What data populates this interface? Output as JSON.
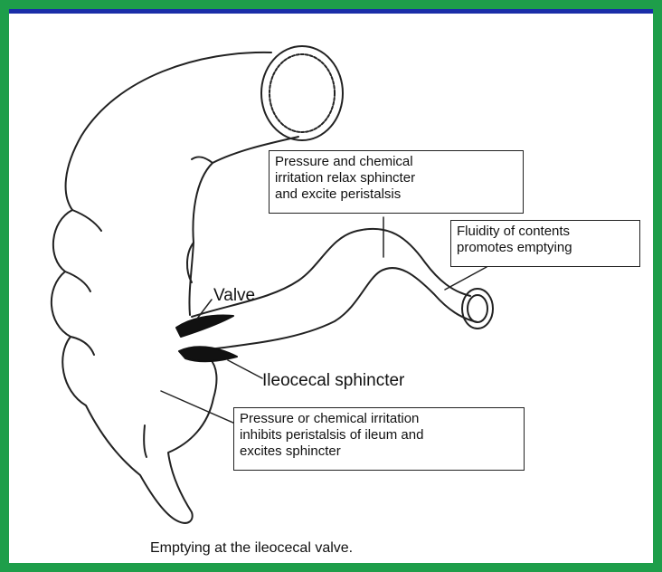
{
  "colors": {
    "frame": "#1e9e4a",
    "top_bar": "#1a2ea8",
    "line": "#222222",
    "valve_fill": "#111111"
  },
  "labels": {
    "valve": "Valve",
    "ileocecal_sphincter": "Ileocecal sphincter",
    "pressure_relax": [
      "Pressure and chemical",
      "irritation  relax sphincter",
      "and excite peristalsis"
    ],
    "fluidity": [
      "Fluidity of contents",
      "promotes emptying"
    ],
    "pressure_inhibit": [
      "Pressure or chemical irritation",
      "inhibits peristalsis of ileum and",
      "excites sphincter"
    ],
    "caption": "Emptying at the ileocecal valve."
  }
}
